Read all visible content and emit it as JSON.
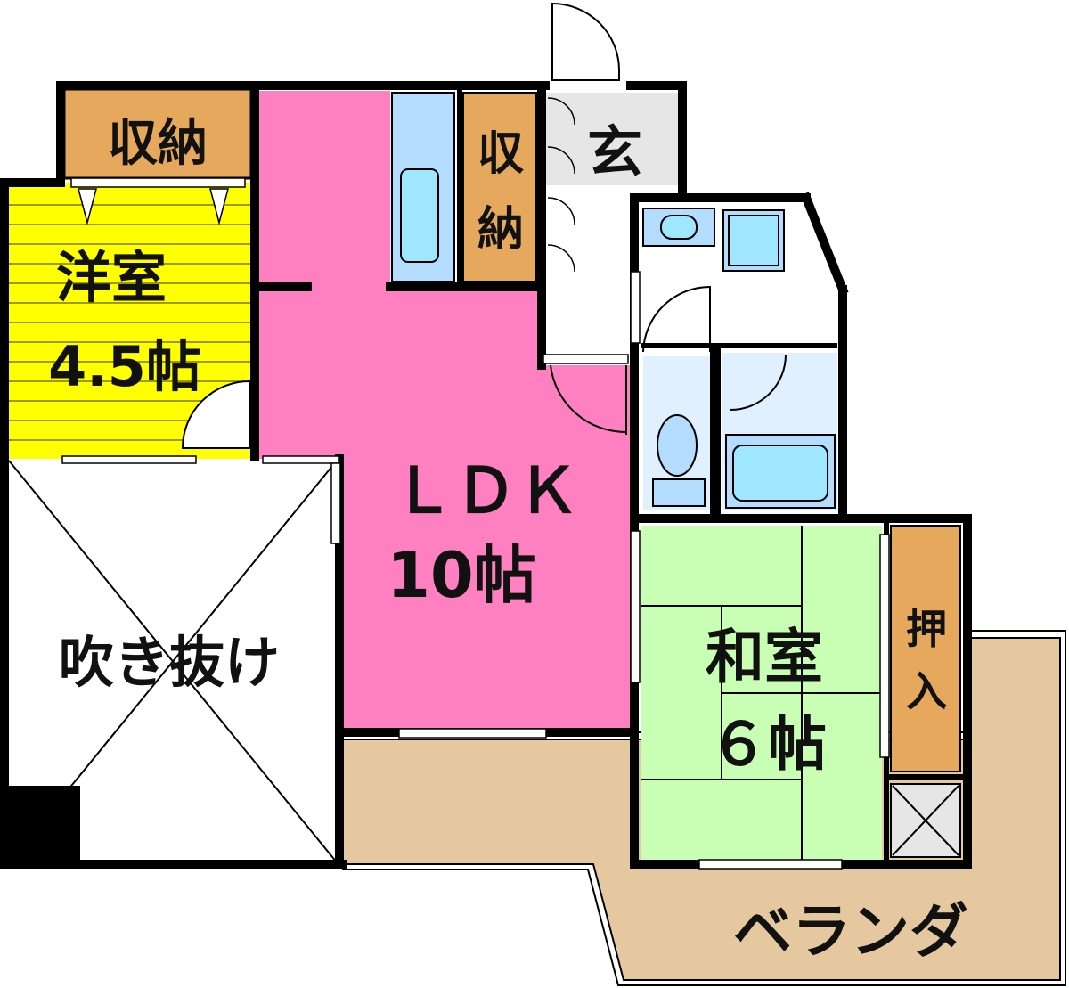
{
  "rooms": {
    "storage_top_left": "収納",
    "western_room_name": "洋室",
    "western_room_size": "4.5帖",
    "ldk_name": "ＬＤＫ",
    "ldk_size": "10帖",
    "storage_center_char1": "収",
    "storage_center_char2": "納",
    "entrance": "玄",
    "atrium": "吹き抜け",
    "japanese_room_name": "和室",
    "japanese_room_size": "６帖",
    "closet_char1": "押",
    "closet_char2": "入",
    "veranda": "ベランダ"
  },
  "colors": {
    "wall": "#000000",
    "western_room": "#ffff00",
    "western_stripe": "#7a7a00",
    "storage": "#e6a85c",
    "ldk": "#ff80c0",
    "japanese_room": "#c8ffb4",
    "veranda": "#e6c8a0",
    "bath": "#b4dcff",
    "entrance": "#e6e6e6"
  }
}
